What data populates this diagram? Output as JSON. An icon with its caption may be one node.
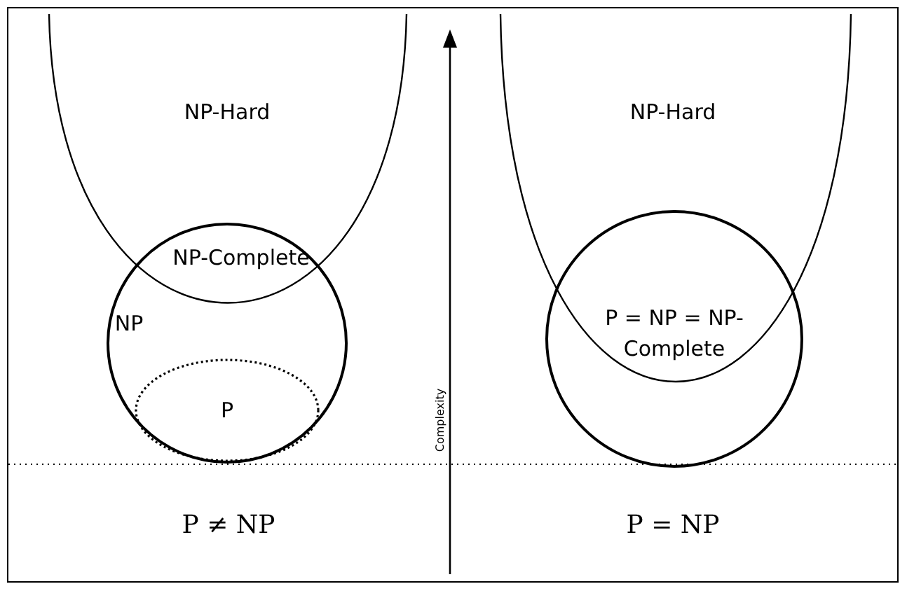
{
  "diagram": {
    "nodes": [
      {
        "text": [
          "NP-Hard"
        ]
      },
      {
        "text": [
          "NP"
        ]
      },
      {
        "text": [
          "P"
        ],
        "in": 1
      },
      {
        "text": [
          "NP-Hard"
        ]
      },
      {
        "text": [
          "P = NP = NP-Complete"
        ],
        "in": 3
      }
    ],
    "labels": [
      "NP-Complete",
      "Complexity",
      "P ≠ NP",
      "P = NP"
    ]
  }
}
